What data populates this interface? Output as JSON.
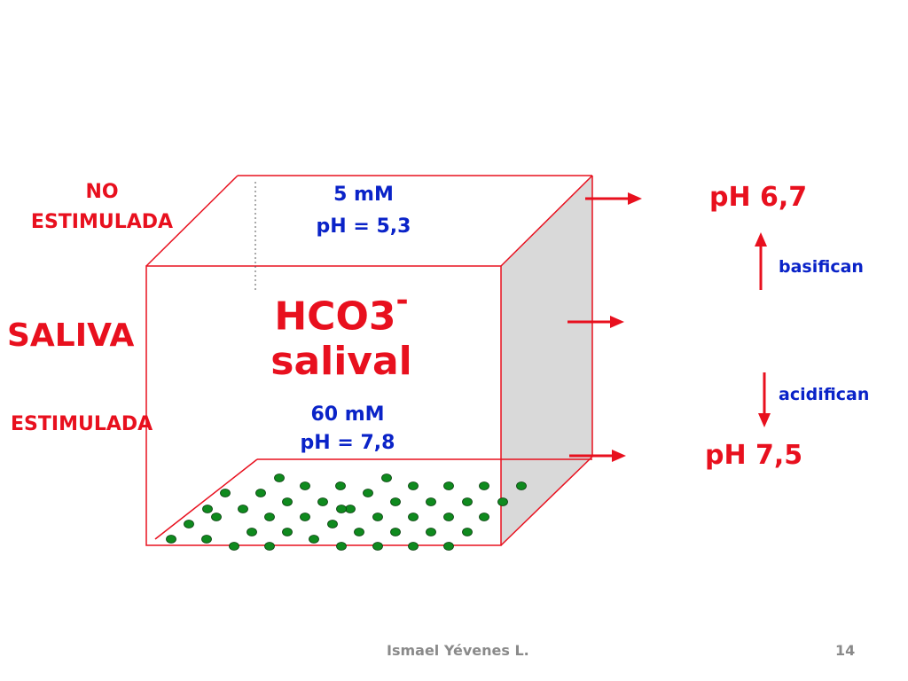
{
  "labels": {
    "no_stimulated": [
      "NO",
      "ESTIMULADA"
    ],
    "saliva": "SALIVA",
    "stimulated": "ESTIMULADA",
    "top_concentration": "5 mM",
    "top_ph": "pH = 5,3",
    "ion_name": "HCO3",
    "ion_charge": "-",
    "ion_subtitle": "salival",
    "bottom_concentration": "60 mM",
    "bottom_ph": "pH = 7,8",
    "ph_high": "pH 6,7",
    "ph_low": "pH 7,5",
    "basify": "basifican",
    "acidify": "acidifican"
  },
  "footer": {
    "author": "Ismael Yévenes L.",
    "page": "14"
  },
  "colors": {
    "accent_red": "#e8101e",
    "text_blue": "#0a23c8",
    "box_side_gray": "#d9d9d9",
    "dot_green": "#0f8a1e",
    "footer_gray": "#8a8a8a"
  }
}
